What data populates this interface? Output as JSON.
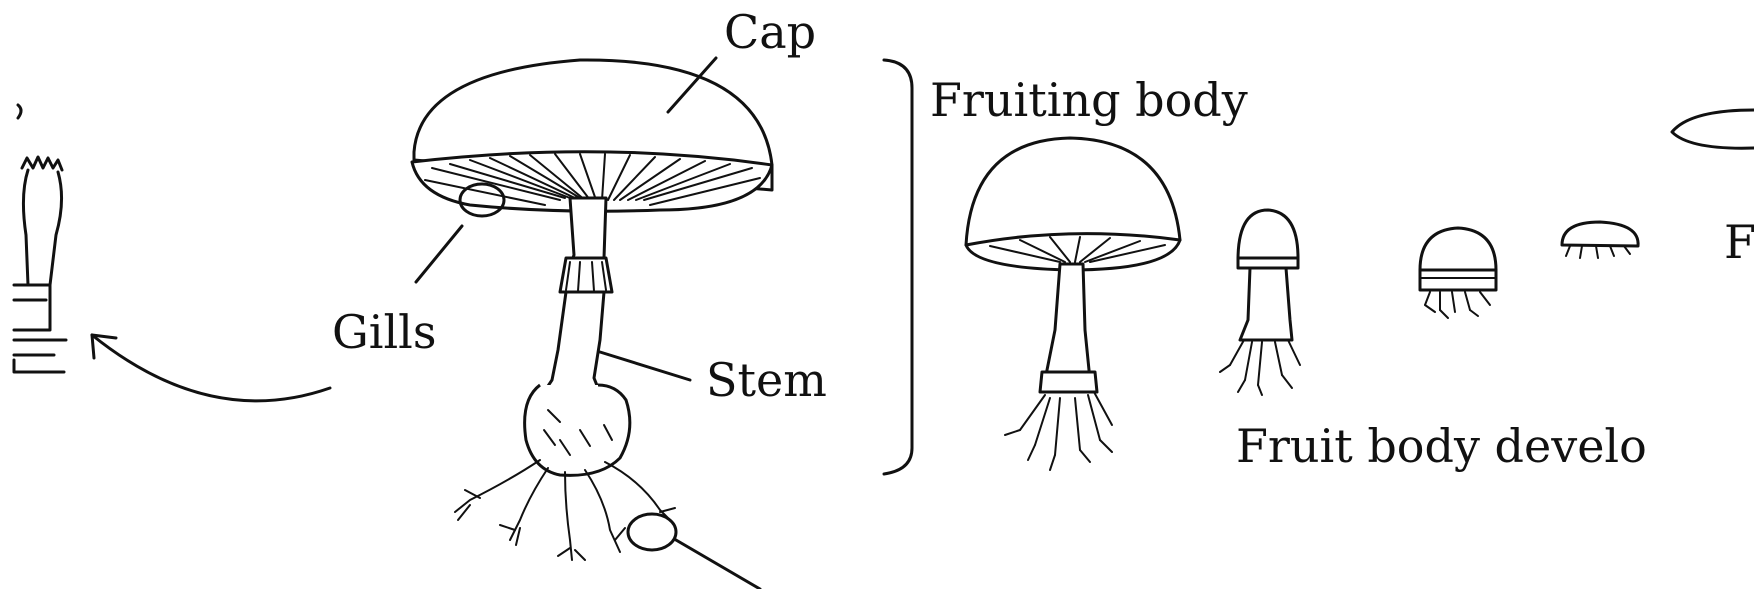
{
  "labels": {
    "cap": "Cap",
    "gills": "Gills",
    "stem": "Stem",
    "fruiting_body": "Fruiting body",
    "fruit_body_development": "Fruit body develo",
    "partial_right_letter": "F"
  },
  "colors": {
    "ink": "#111111",
    "background": "#ffffff"
  }
}
